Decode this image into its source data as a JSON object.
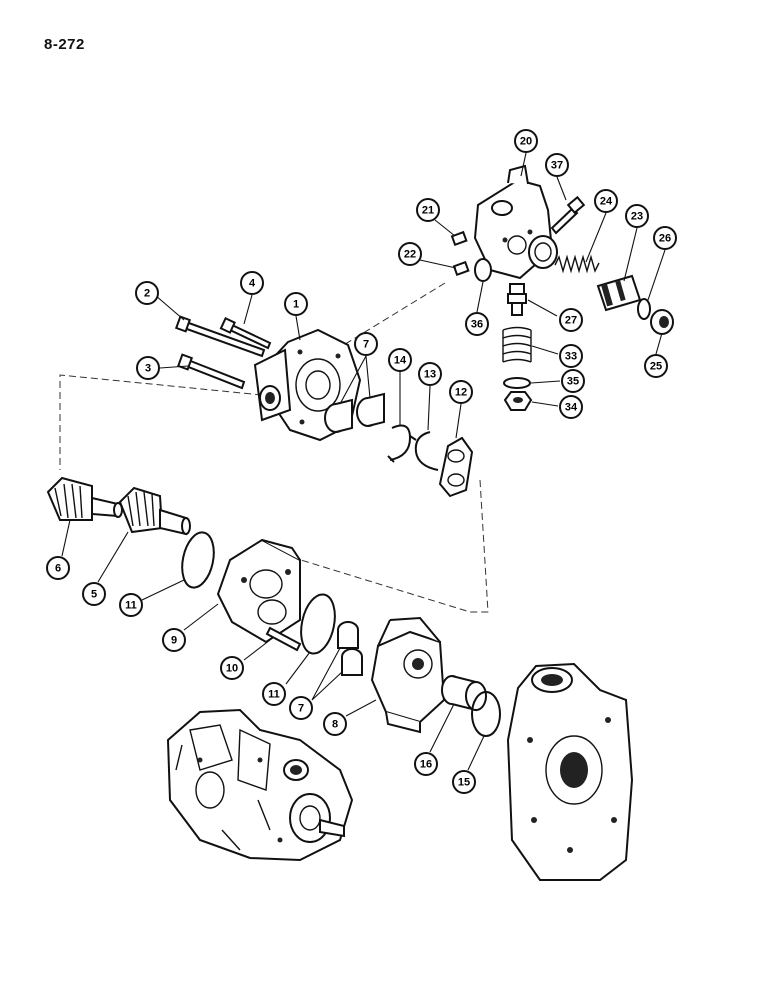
{
  "page": {
    "number": "8-272"
  },
  "callouts": [
    {
      "id": "c20",
      "label": "20"
    },
    {
      "id": "c37",
      "label": "37"
    },
    {
      "id": "c21",
      "label": "21"
    },
    {
      "id": "c24",
      "label": "24"
    },
    {
      "id": "c23",
      "label": "23"
    },
    {
      "id": "c26",
      "label": "26"
    },
    {
      "id": "c22",
      "label": "22"
    },
    {
      "id": "c2",
      "label": "2"
    },
    {
      "id": "c4",
      "label": "4"
    },
    {
      "id": "c1",
      "label": "1"
    },
    {
      "id": "c36",
      "label": "36"
    },
    {
      "id": "c27",
      "label": "27"
    },
    {
      "id": "c25",
      "label": "25"
    },
    {
      "id": "c3",
      "label": "3"
    },
    {
      "id": "c7a",
      "label": "7"
    },
    {
      "id": "c14",
      "label": "14"
    },
    {
      "id": "c13",
      "label": "13"
    },
    {
      "id": "c12",
      "label": "12"
    },
    {
      "id": "c33",
      "label": "33"
    },
    {
      "id": "c35",
      "label": "35"
    },
    {
      "id": "c34",
      "label": "34"
    },
    {
      "id": "c6",
      "label": "6"
    },
    {
      "id": "c5",
      "label": "5"
    },
    {
      "id": "c11a",
      "label": "11"
    },
    {
      "id": "c9",
      "label": "9"
    },
    {
      "id": "c10",
      "label": "10"
    },
    {
      "id": "c11b",
      "label": "11"
    },
    {
      "id": "c7b",
      "label": "7"
    },
    {
      "id": "c8",
      "label": "8"
    },
    {
      "id": "c16",
      "label": "16"
    },
    {
      "id": "c15",
      "label": "15"
    }
  ]
}
